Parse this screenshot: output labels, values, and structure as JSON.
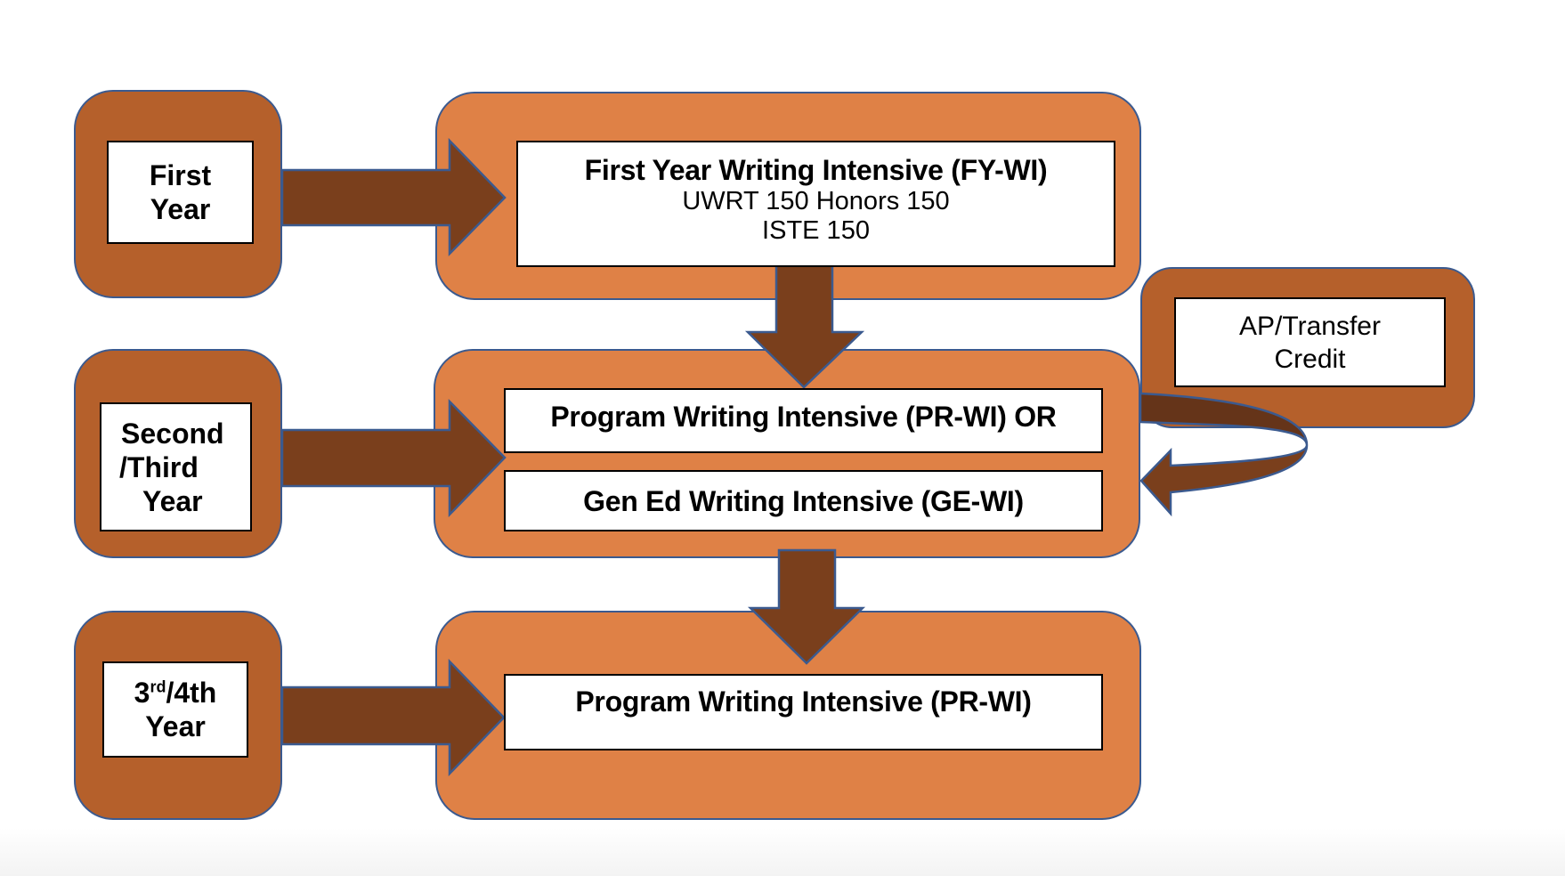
{
  "years": {
    "first": {
      "line1": "First",
      "line2": "Year"
    },
    "second": {
      "line1": "Second",
      "line2": "/Third",
      "line3": "Year"
    },
    "third": {
      "prefix": "3",
      "sup": "rd",
      "suffix": "/4th",
      "line2": "Year"
    }
  },
  "stages": {
    "fy": {
      "title": "First Year Writing Intensive (FY-WI)",
      "courses1": "UWRT 150 Honors 150",
      "courses2": "ISTE 150"
    },
    "pr_or": "Program Writing Intensive (PR-WI) OR",
    "ge": "Gen Ed Writing Intensive (GE-WI)",
    "pr": "Program Writing Intensive (PR-WI)"
  },
  "ap": {
    "line1": "AP/Transfer",
    "line2": "Credit"
  },
  "colors": {
    "dark_box": "#b5602b",
    "light_box": "#df8146",
    "arrow": "#7a3f1c",
    "outline": "#3b5a8f"
  }
}
